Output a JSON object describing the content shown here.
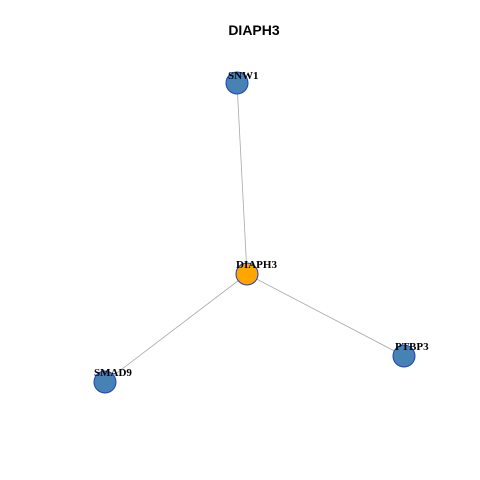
{
  "title": "DIAPH3",
  "colors": {
    "hub": "#FFA500",
    "neighbor": "#4682B4",
    "edge": "#A9A9A9",
    "node_border": "#1F3FBF"
  },
  "nodes": [
    {
      "id": "DIAPH3",
      "label": "DIAPH3",
      "role": "hub"
    },
    {
      "id": "SNW1",
      "label": "SNW1",
      "role": "neighbor"
    },
    {
      "id": "SMAD9",
      "label": "SMAD9",
      "role": "neighbor"
    },
    {
      "id": "PTBP3",
      "label": "PTBP3",
      "role": "neighbor"
    }
  ],
  "edges": [
    {
      "source": "DIAPH3",
      "target": "SNW1"
    },
    {
      "source": "DIAPH3",
      "target": "SMAD9"
    },
    {
      "source": "DIAPH3",
      "target": "PTBP3"
    }
  ]
}
